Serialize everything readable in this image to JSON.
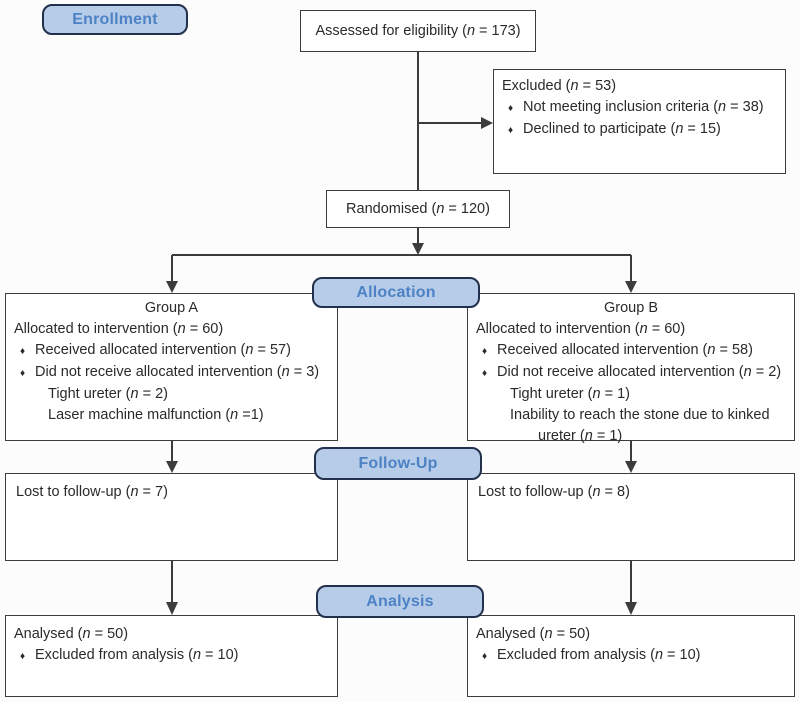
{
  "badges": {
    "enrollment": "Enrollment",
    "allocation": "Allocation",
    "follow_up": "Follow-Up",
    "analysis": "Analysis"
  },
  "glyphs": {
    "bullet": "♦"
  },
  "colors": {
    "badge_fill": "#b7cce9",
    "badge_border": "#22304b",
    "badge_text": "#4d82c4",
    "box_border": "#3c3c3c",
    "connector": "#3c3c3c",
    "text": "#2a2a2a"
  },
  "boxes": {
    "assessed": {
      "text": "Assessed for eligibility (n = 173)"
    },
    "excluded": {
      "title": "Excluded (n = 53)",
      "items": [
        "Not meeting inclusion criteria (n = 38)",
        "Declined to participate (n = 15)"
      ]
    },
    "randomised": {
      "text": "Randomised (n = 120)"
    },
    "group_a": {
      "title": "Group A",
      "allocated": "Allocated to intervention (n = 60)",
      "bullets": [
        "Received allocated intervention (n = 57)",
        "Did not receive allocated intervention (n = 3)"
      ],
      "reasons": [
        "Tight ureter (n = 2)",
        "Laser machine malfunction (n =1)"
      ]
    },
    "group_b": {
      "title": "Group B",
      "allocated": "Allocated to intervention (n = 60)",
      "bullets": [
        "Received allocated intervention (n = 58)",
        "Did not receive allocated intervention (n = 2)"
      ],
      "reasons": [
        "Tight ureter (n = 1)",
        "Inability to reach the stone due to kinked",
        "ureter (n = 1)"
      ]
    },
    "lost_a": {
      "text": "Lost to follow-up (n = 7)"
    },
    "lost_b": {
      "text": "Lost to follow-up (n = 8)"
    },
    "analysed_a": {
      "title": "Analysed (n = 50)",
      "items": [
        "Excluded from analysis (n = 10)"
      ]
    },
    "analysed_b": {
      "title": "Analysed (n = 50)",
      "items": [
        "Excluded from analysis (n = 10)"
      ]
    }
  }
}
